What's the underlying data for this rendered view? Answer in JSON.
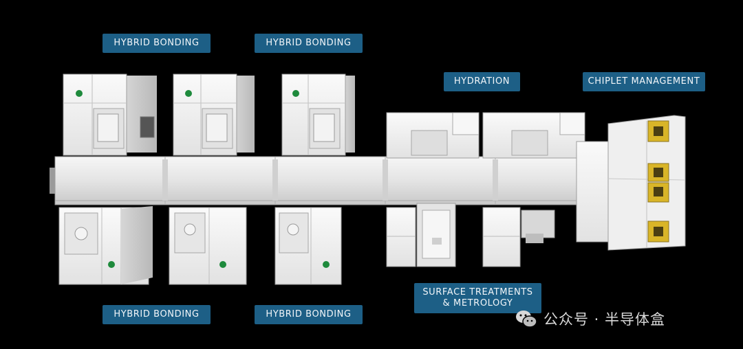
{
  "labels": {
    "hb_top_left": "HYBRID BONDING",
    "hb_top_right": "HYBRID BONDING",
    "hb_bottom_left": "HYBRID BONDING",
    "hb_bottom_right": "HYBRID BONDING",
    "hydration": "HYDRATION",
    "chiplet_management": "CHIPLET MANAGEMENT",
    "surface_line1": "SURFACE TREATMENTS",
    "surface_line2": "& METROLOGY"
  },
  "watermark": {
    "text": "公众号 · 半导体盒",
    "icon": "wechat-icon"
  },
  "colors": {
    "background": "#000000",
    "label_bg": "#1d5f86",
    "label_text": "#f2f6f9",
    "module_face": "#f4f4f4",
    "module_shade": "#cfcfcf",
    "accent_green": "#1e8a3c",
    "load_port_yellow": "#d9b528"
  }
}
